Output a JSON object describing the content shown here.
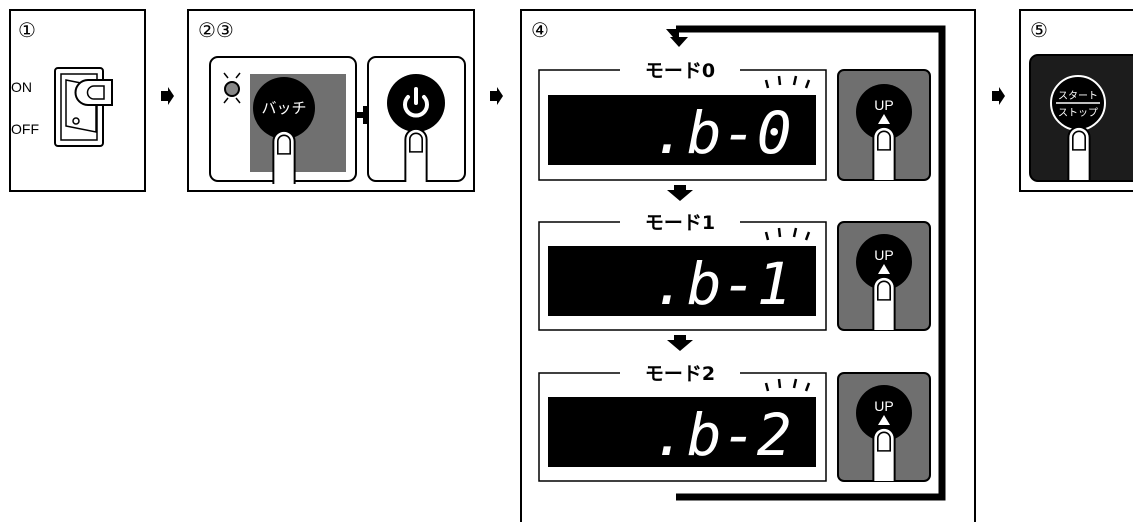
{
  "steps": {
    "step1": {
      "number": "①",
      "on_label": "ON",
      "off_label": "OFF"
    },
    "step23": {
      "number": "②③",
      "batch_button_label": "バッチ"
    },
    "step4": {
      "number": "④",
      "modes": [
        {
          "title": "モード0",
          "display": ".b-0",
          "up_label": "UP"
        },
        {
          "title": "モード1",
          "display": ".b-1",
          "up_label": "UP"
        },
        {
          "title": "モード2",
          "display": ".b-2",
          "up_label": "UP"
        }
      ]
    },
    "step5": {
      "number": "⑤",
      "start_label": "スタート",
      "stop_label": "ストップ"
    }
  },
  "colors": {
    "panel_dark": "#6f6f6f",
    "display_bg": "#000000",
    "button_black": "#000000",
    "highlight_bg": "#1c1c1c"
  },
  "icons": [
    "rocker-switch-icon",
    "finger-press-icon",
    "power-icon",
    "plus-icon",
    "arrow-right-icon",
    "arrow-down-icon",
    "blink-indicator-icon",
    "led-icon"
  ]
}
